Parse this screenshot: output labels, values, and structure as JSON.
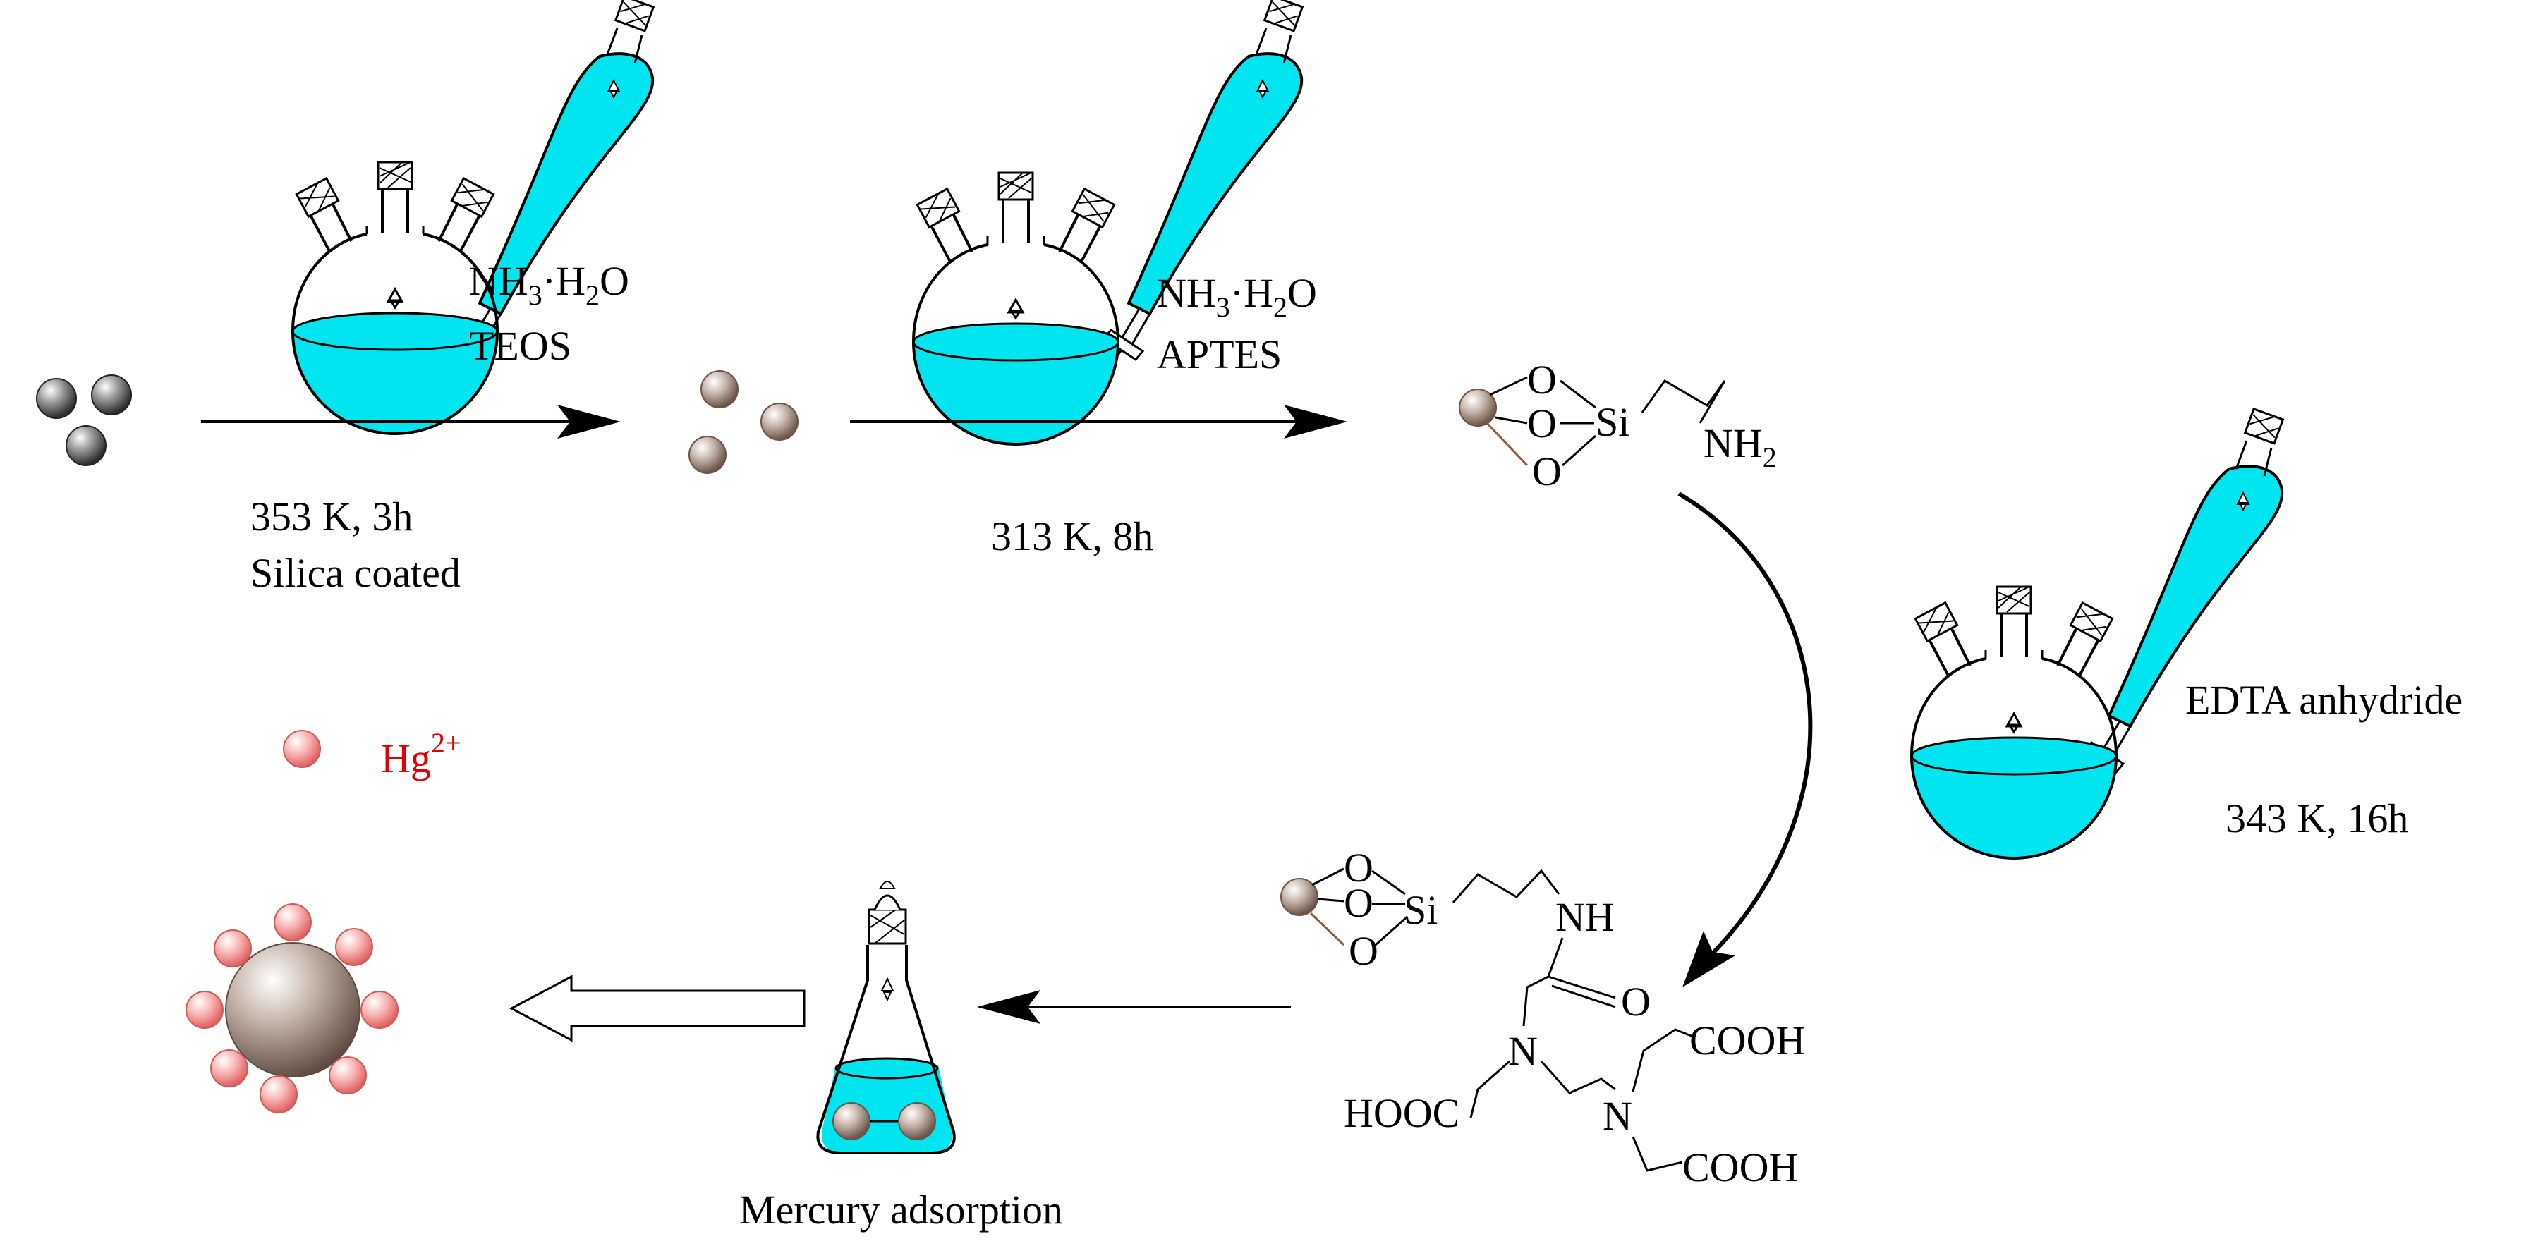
{
  "colors": {
    "liquid": "#00E5F0",
    "ion": "#F5A0A0",
    "ion_text": "#E00000",
    "particle_core": "#8D7B70",
    "bond_brown": "#8B5A3C"
  },
  "steps": {
    "step1": {
      "reagent_line1": "NH",
      "reagent_line1_sub": "3",
      "reagent_line1_mid": "·H",
      "reagent_line1_sub2": "2",
      "reagent_line1_end": "O",
      "reagent_line2": "TEOS",
      "condition_line1": "353 K, 3h",
      "condition_line2": "Silica coated"
    },
    "step2": {
      "reagent_line1": "NH",
      "reagent_line1_sub": "3",
      "reagent_line1_mid": "·H",
      "reagent_line1_sub2": "2",
      "reagent_line1_end": "O",
      "reagent_line2": "APTES",
      "condition_line1": "313 K, 8h"
    },
    "step3": {
      "reagent": "EDTA anhydride",
      "condition": "343 K, 16h"
    },
    "step4": {
      "label": "Mercury adsorption"
    }
  },
  "legend": {
    "ion_label": "Hg",
    "ion_charge": "2+"
  },
  "structures": {
    "amine": {
      "o1": "O",
      "o2": "O",
      "o3": "O",
      "si": "Si",
      "nh2": "NH",
      "nh2_sub": "2"
    },
    "edta": {
      "o1": "O",
      "o2": "O",
      "o3": "O",
      "si": "Si",
      "nh": "NH",
      "carbonyl_o": "O",
      "n1": "N",
      "n2": "N",
      "cooh_top": "COOH",
      "cooh_bottom": "COOH",
      "hooc": "HOOC"
    }
  }
}
